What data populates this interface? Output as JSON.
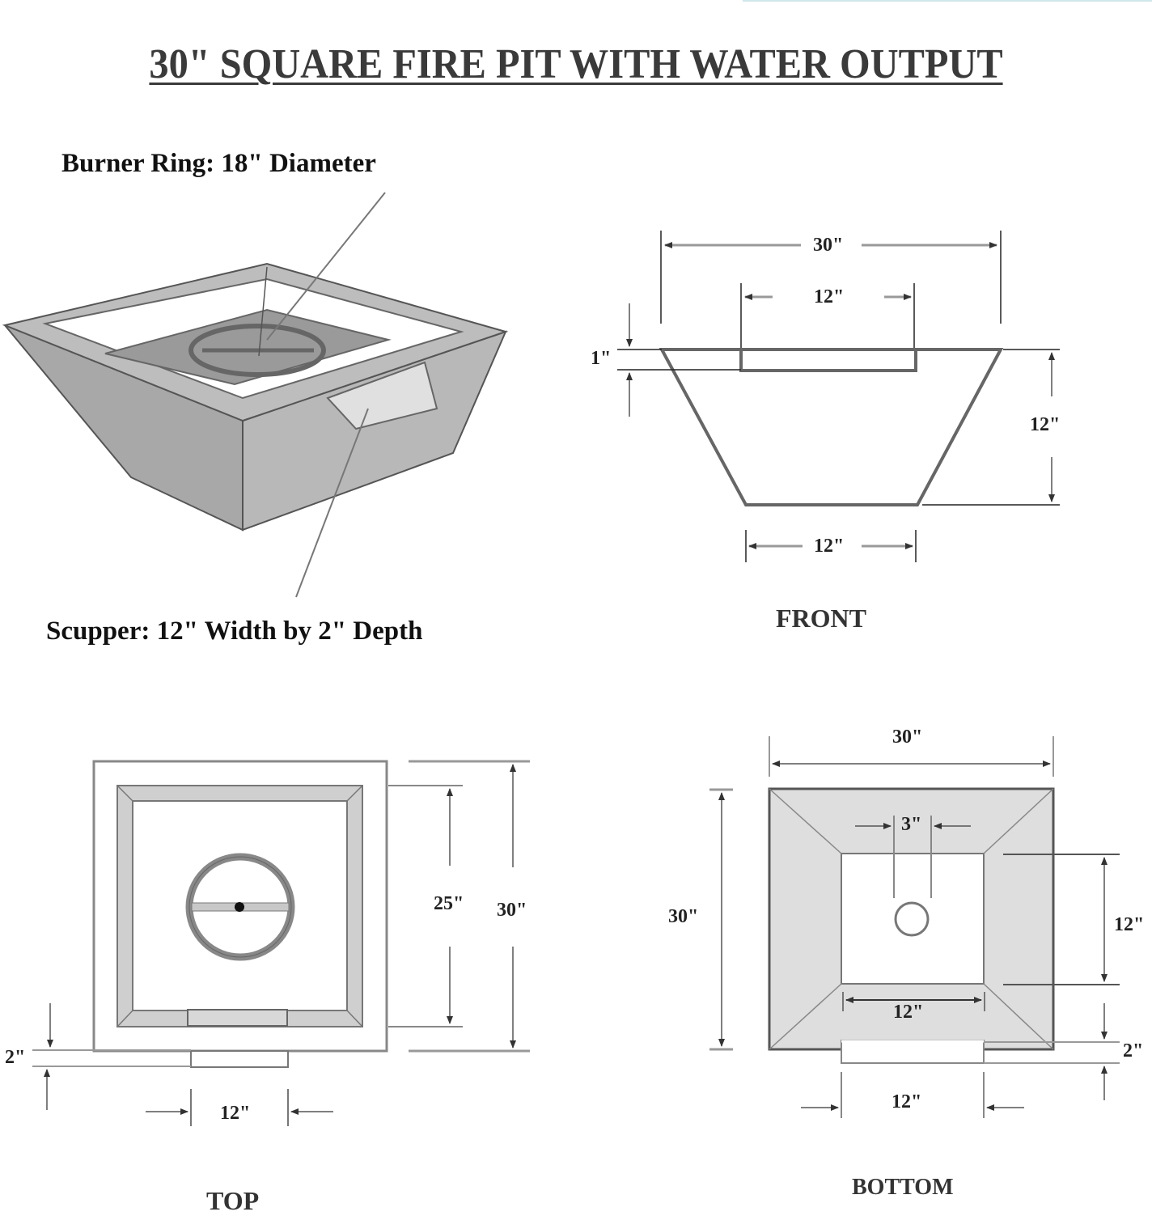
{
  "title": "30\" SQUARE FIRE PIT WITH WATER OUTPUT",
  "perspective_view": {
    "callouts": {
      "burner_ring": "Burner Ring: 18\" Diameter",
      "scupper": "Scupper: 12\" Width by 2\" Depth"
    }
  },
  "front_view": {
    "label": "FRONT",
    "dimensions": {
      "overall_width": "30\"",
      "scupper_width": "12\"",
      "scupper_depth": "1\"",
      "height": "12\"",
      "base_width": "12\""
    }
  },
  "top_view": {
    "label": "TOP",
    "dimensions": {
      "inner_opening": "25\"",
      "overall": "30\"",
      "scupper_projection": "2\"",
      "scupper_width": "12\""
    }
  },
  "bottom_view": {
    "label": "BOTTOM",
    "dimensions": {
      "overall_width": "30\"",
      "overall_height": "30\"",
      "drain_diameter": "3\"",
      "base_height": "12\"",
      "base_width": "12\"",
      "scupper_projection": "2\"",
      "scupper_width": "12\""
    }
  },
  "colors": {
    "line": "#555555",
    "fill_gray": "#b4b4b4",
    "fill_light": "#dcdcdc",
    "title": "#3a3a3a"
  }
}
